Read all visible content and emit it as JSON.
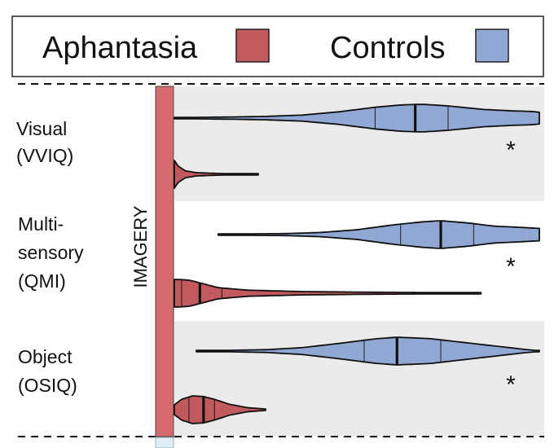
{
  "legend": {
    "items": [
      {
        "label": "Aphantasia",
        "color": "#c15a5f"
      },
      {
        "label": "Controls",
        "color": "#91a8d4"
      }
    ]
  },
  "colors": {
    "aphantasia_fill": "#c15a5f",
    "controls_fill": "#91a8d4",
    "panel_bg": "#ebebeb",
    "outline": "#111111",
    "imagery_bar": "#d56b6f"
  },
  "side_label": "IMAGERY",
  "significance_marker": "*",
  "chart_data": {
    "type": "violin",
    "orientation": "horizontal",
    "grid": false,
    "legend_position": "top",
    "groups": [
      {
        "label_lines": [
          "Visual",
          "(VVIQ)"
        ],
        "significant": true,
        "series": [
          {
            "name": "Controls",
            "range": [
              0.0,
              1.0
            ],
            "quartiles": [
              0.55,
              0.66,
              0.75
            ],
            "profile": [
              [
                0.0,
                0.02
              ],
              [
                0.05,
                0.05
              ],
              [
                0.15,
                0.08
              ],
              [
                0.25,
                0.12
              ],
              [
                0.35,
                0.22
              ],
              [
                0.45,
                0.45
              ],
              [
                0.55,
                0.78
              ],
              [
                0.62,
                0.95
              ],
              [
                0.68,
                1.0
              ],
              [
                0.75,
                0.88
              ],
              [
                0.85,
                0.62
              ],
              [
                0.93,
                0.52
              ],
              [
                0.98,
                0.48
              ],
              [
                1.0,
                0.42
              ]
            ]
          },
          {
            "name": "Aphantasia",
            "range": [
              0.0,
              0.23
            ],
            "quartiles": null,
            "profile": [
              [
                0.0,
                1.0
              ],
              [
                0.01,
                0.6
              ],
              [
                0.03,
                0.25
              ],
              [
                0.06,
                0.12
              ],
              [
                0.12,
                0.06
              ],
              [
                0.23,
                0.03
              ]
            ]
          }
        ]
      },
      {
        "label_lines": [
          "Multi-",
          "sensory",
          "(QMI)"
        ],
        "significant": true,
        "series": [
          {
            "name": "Controls",
            "range": [
              0.12,
              1.0
            ],
            "quartiles": [
              0.62,
              0.73,
              0.82
            ],
            "profile": [
              [
                0.12,
                0.04
              ],
              [
                0.2,
                0.05
              ],
              [
                0.3,
                0.07
              ],
              [
                0.4,
                0.15
              ],
              [
                0.5,
                0.35
              ],
              [
                0.6,
                0.7
              ],
              [
                0.68,
                0.92
              ],
              [
                0.73,
                1.0
              ],
              [
                0.8,
                0.85
              ],
              [
                0.88,
                0.6
              ],
              [
                0.95,
                0.52
              ],
              [
                1.0,
                0.45
              ]
            ]
          },
          {
            "name": "Aphantasia",
            "range": [
              0.0,
              0.84
            ],
            "quartiles": [
              0.02,
              0.07,
              0.13
            ],
            "profile": [
              [
                0.0,
                1.0
              ],
              [
                0.04,
                0.95
              ],
              [
                0.07,
                0.75
              ],
              [
                0.12,
                0.4
              ],
              [
                0.2,
                0.22
              ],
              [
                0.35,
                0.12
              ],
              [
                0.55,
                0.07
              ],
              [
                0.7,
                0.05
              ],
              [
                0.84,
                0.02
              ]
            ]
          }
        ]
      },
      {
        "label_lines": [
          "Object",
          "(OSIQ)"
        ],
        "significant": true,
        "series": [
          {
            "name": "Controls",
            "range": [
              0.06,
              1.0
            ],
            "quartiles": [
              0.52,
              0.61,
              0.73
            ],
            "profile": [
              [
                0.06,
                0.03
              ],
              [
                0.15,
                0.05
              ],
              [
                0.25,
                0.1
              ],
              [
                0.35,
                0.25
              ],
              [
                0.45,
                0.55
              ],
              [
                0.55,
                0.88
              ],
              [
                0.61,
                1.0
              ],
              [
                0.7,
                0.9
              ],
              [
                0.8,
                0.6
              ],
              [
                0.9,
                0.3
              ],
              [
                0.96,
                0.12
              ],
              [
                1.0,
                0.03
              ]
            ]
          },
          {
            "name": "Aphantasia",
            "range": [
              0.0,
              0.25
            ],
            "quartiles": [
              0.04,
              0.08,
              0.11
            ],
            "profile": [
              [
                0.0,
                0.35
              ],
              [
                0.02,
                0.75
              ],
              [
                0.05,
                1.0
              ],
              [
                0.08,
                0.95
              ],
              [
                0.11,
                0.75
              ],
              [
                0.15,
                0.4
              ],
              [
                0.2,
                0.15
              ],
              [
                0.25,
                0.05
              ]
            ]
          }
        ]
      }
    ]
  }
}
